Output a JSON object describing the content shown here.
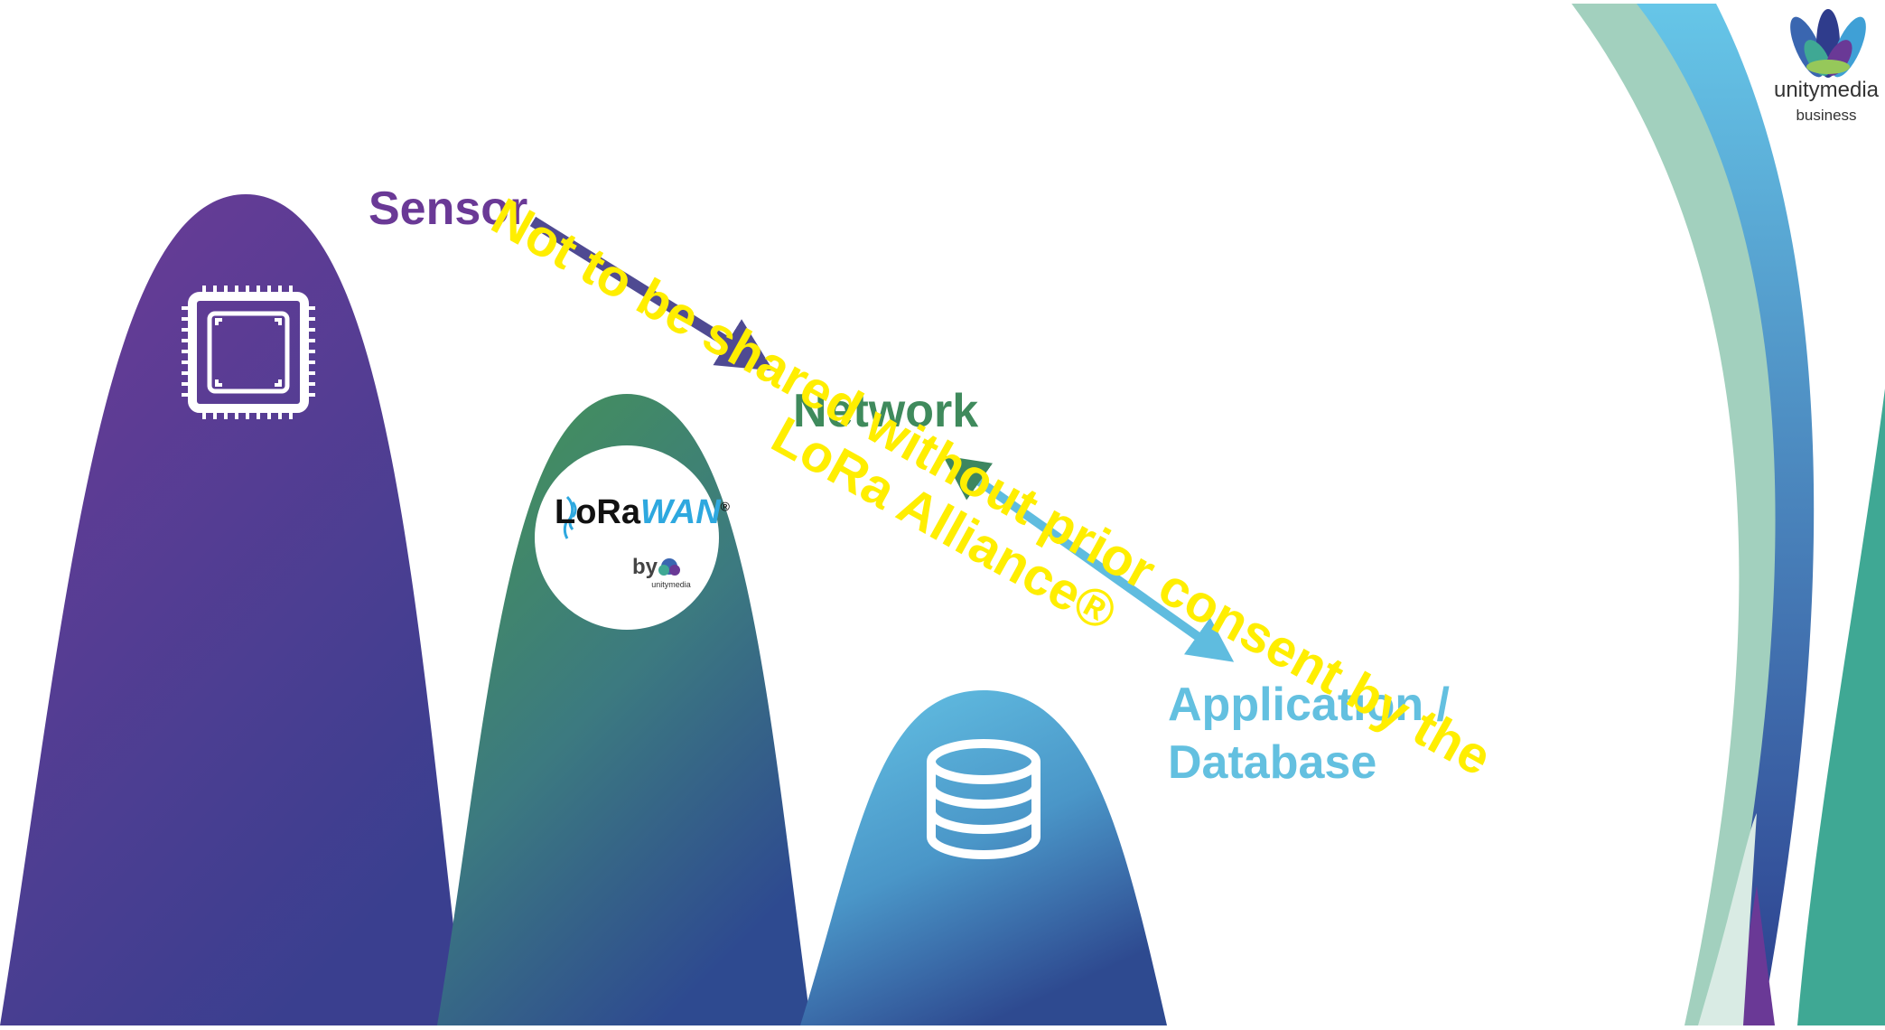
{
  "labels": {
    "sensor": "Sensor",
    "network": "Network",
    "application": "Application /",
    "database": "Database"
  },
  "lorawan": {
    "lora": "LoRa",
    "wan": "WAN",
    "registered": "®",
    "by": "by",
    "mini_brand": "unitymedia"
  },
  "brand": {
    "name": "unitymedia",
    "sub": "business"
  },
  "watermark": {
    "line1": "Not to be shared without prior consent by the",
    "line2": "LoRa Alliance®"
  },
  "colors": {
    "purple": "#6a3996",
    "green": "#3f8a5c",
    "blue": "#63c0e0",
    "navy": "#2e3f8f",
    "watermark": "#ffee00",
    "teal": "#3fa894"
  },
  "icons": {
    "sensor": "chip-icon",
    "network": "lorawan-logo",
    "application": "database-icon"
  }
}
